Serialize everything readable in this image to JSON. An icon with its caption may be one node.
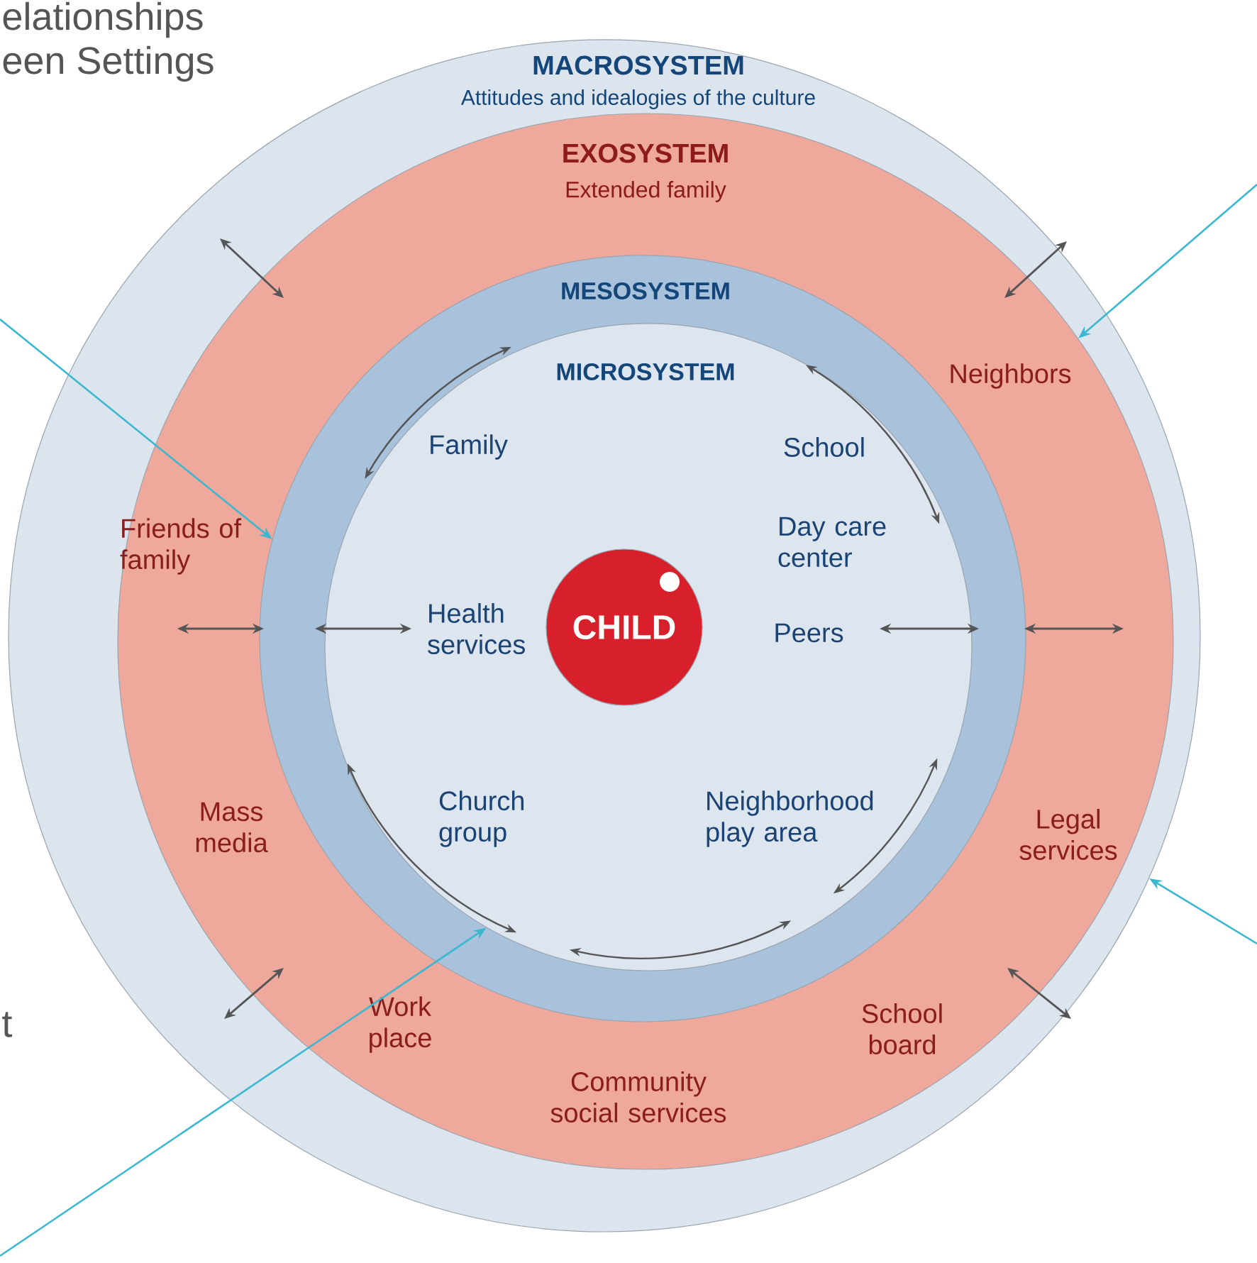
{
  "diagram": {
    "nodes": [
      {
        "text": [
          "MACROSYSTEM",
          "Attitudes and idealogies of the culture"
        ]
      },
      {
        "text": [
          "EXOSYSTEM",
          "Extended family"
        ],
        "in": 0
      },
      {
        "text": [
          "MESOSYSTEM"
        ],
        "in": 1
      },
      {
        "text": [
          "MICROSYSTEM"
        ],
        "in": 2
      },
      {
        "text": [
          "CHILD"
        ],
        "in": 3
      }
    ],
    "edges": [
      {
        "from": null,
        "to": 1,
        "arrow": "to"
      },
      {
        "from": null,
        "to": 2,
        "arrow": "to"
      },
      {
        "from": null,
        "to": 0,
        "arrow": "to"
      },
      {
        "from": null,
        "to": 3,
        "arrow": "to"
      }
    ],
    "labels": [
      "elationships",
      "een Settings",
      "Neighbors",
      "Family",
      "School",
      "Friends of family",
      "Day care center",
      "Health services",
      "Peers",
      "Mass media",
      "Church group",
      "Neighborhood play area",
      "Legal services",
      "t",
      "Work place",
      "School board",
      "Community social services"
    ]
  }
}
